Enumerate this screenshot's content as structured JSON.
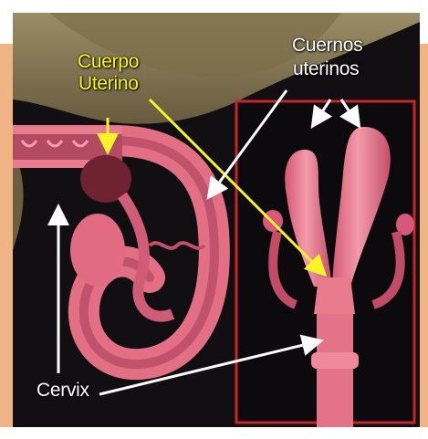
{
  "labels": {
    "cuerpo_uterino": [
      "Cuerpo",
      "Uterino"
    ],
    "cuernos_uterinos": [
      "Cuernos",
      "uterinos"
    ],
    "cervix": "Cervix"
  },
  "colors": {
    "background": "#120f12",
    "tissue": "#e36f85",
    "tissue_dark": "#b24a63",
    "membrane": "#8f7f58",
    "inset_frame": "#c8242c",
    "label_yellow": "#f7f42a",
    "label_white": "#ffffff",
    "border_peach": "#f0b383"
  }
}
